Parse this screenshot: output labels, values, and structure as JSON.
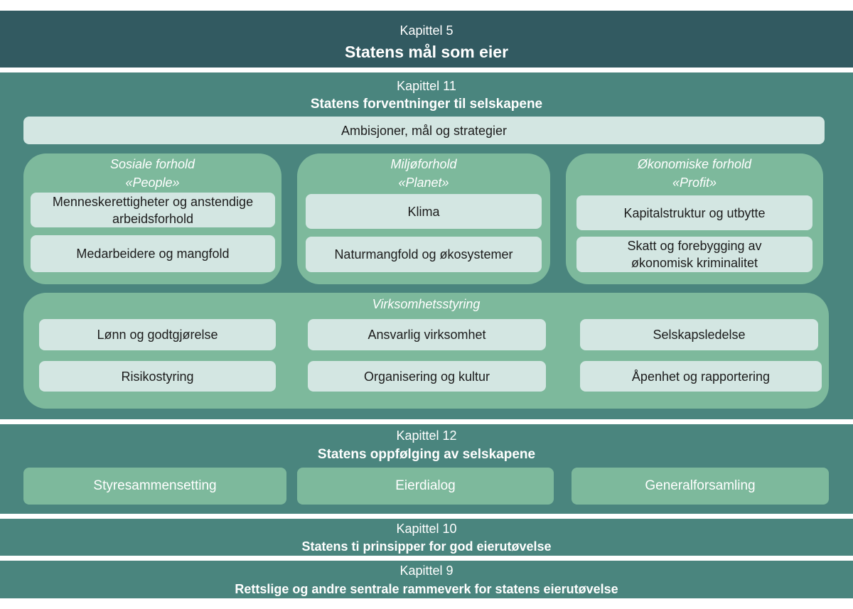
{
  "ch5": {
    "label": "Kapittel 5",
    "title": "Statens mål som eier"
  },
  "ch11": {
    "label": "Kapittel 11",
    "title": "Statens forventninger til selskapene",
    "ambitions": "Ambisjoner, mål og strategier",
    "groups": [
      {
        "title": "Sosiale forhold",
        "subtitle": "«People»",
        "items": [
          "Menneskerettigheter og anstendige arbeidsforhold",
          "Medarbeidere og mangfold"
        ]
      },
      {
        "title": "Miljøforhold",
        "subtitle": "«Planet»",
        "items": [
          "Klima",
          "Naturmangfold og økosystemer"
        ]
      },
      {
        "title": "Økonomiske forhold",
        "subtitle": "«Profit»",
        "items": [
          "Kapitalstruktur og utbytte",
          "Skatt og forebygging av økonomisk kriminalitet"
        ]
      }
    ],
    "governance": {
      "title": "Virksomhetsstyring",
      "items": [
        "Lønn og godtgjørelse",
        "Ansvarlig virksomhet",
        "Selskapsledelse",
        "Risikostyring",
        "Organisering og kultur",
        "Åpenhet og rapportering"
      ]
    }
  },
  "ch12": {
    "label": "Kapittel 12",
    "title": "Statens oppfølging av selskapene",
    "items": [
      "Styresammensetting",
      "Eierdialog",
      "Generalforsamling"
    ]
  },
  "ch10": {
    "label": "Kapittel 10",
    "title": "Statens ti prinsipper for god eierutøvelse"
  },
  "ch9": {
    "label": "Kapittel 9",
    "title": "Rettslige og andre sentrale rammeverk for statens eierutøvelse"
  }
}
